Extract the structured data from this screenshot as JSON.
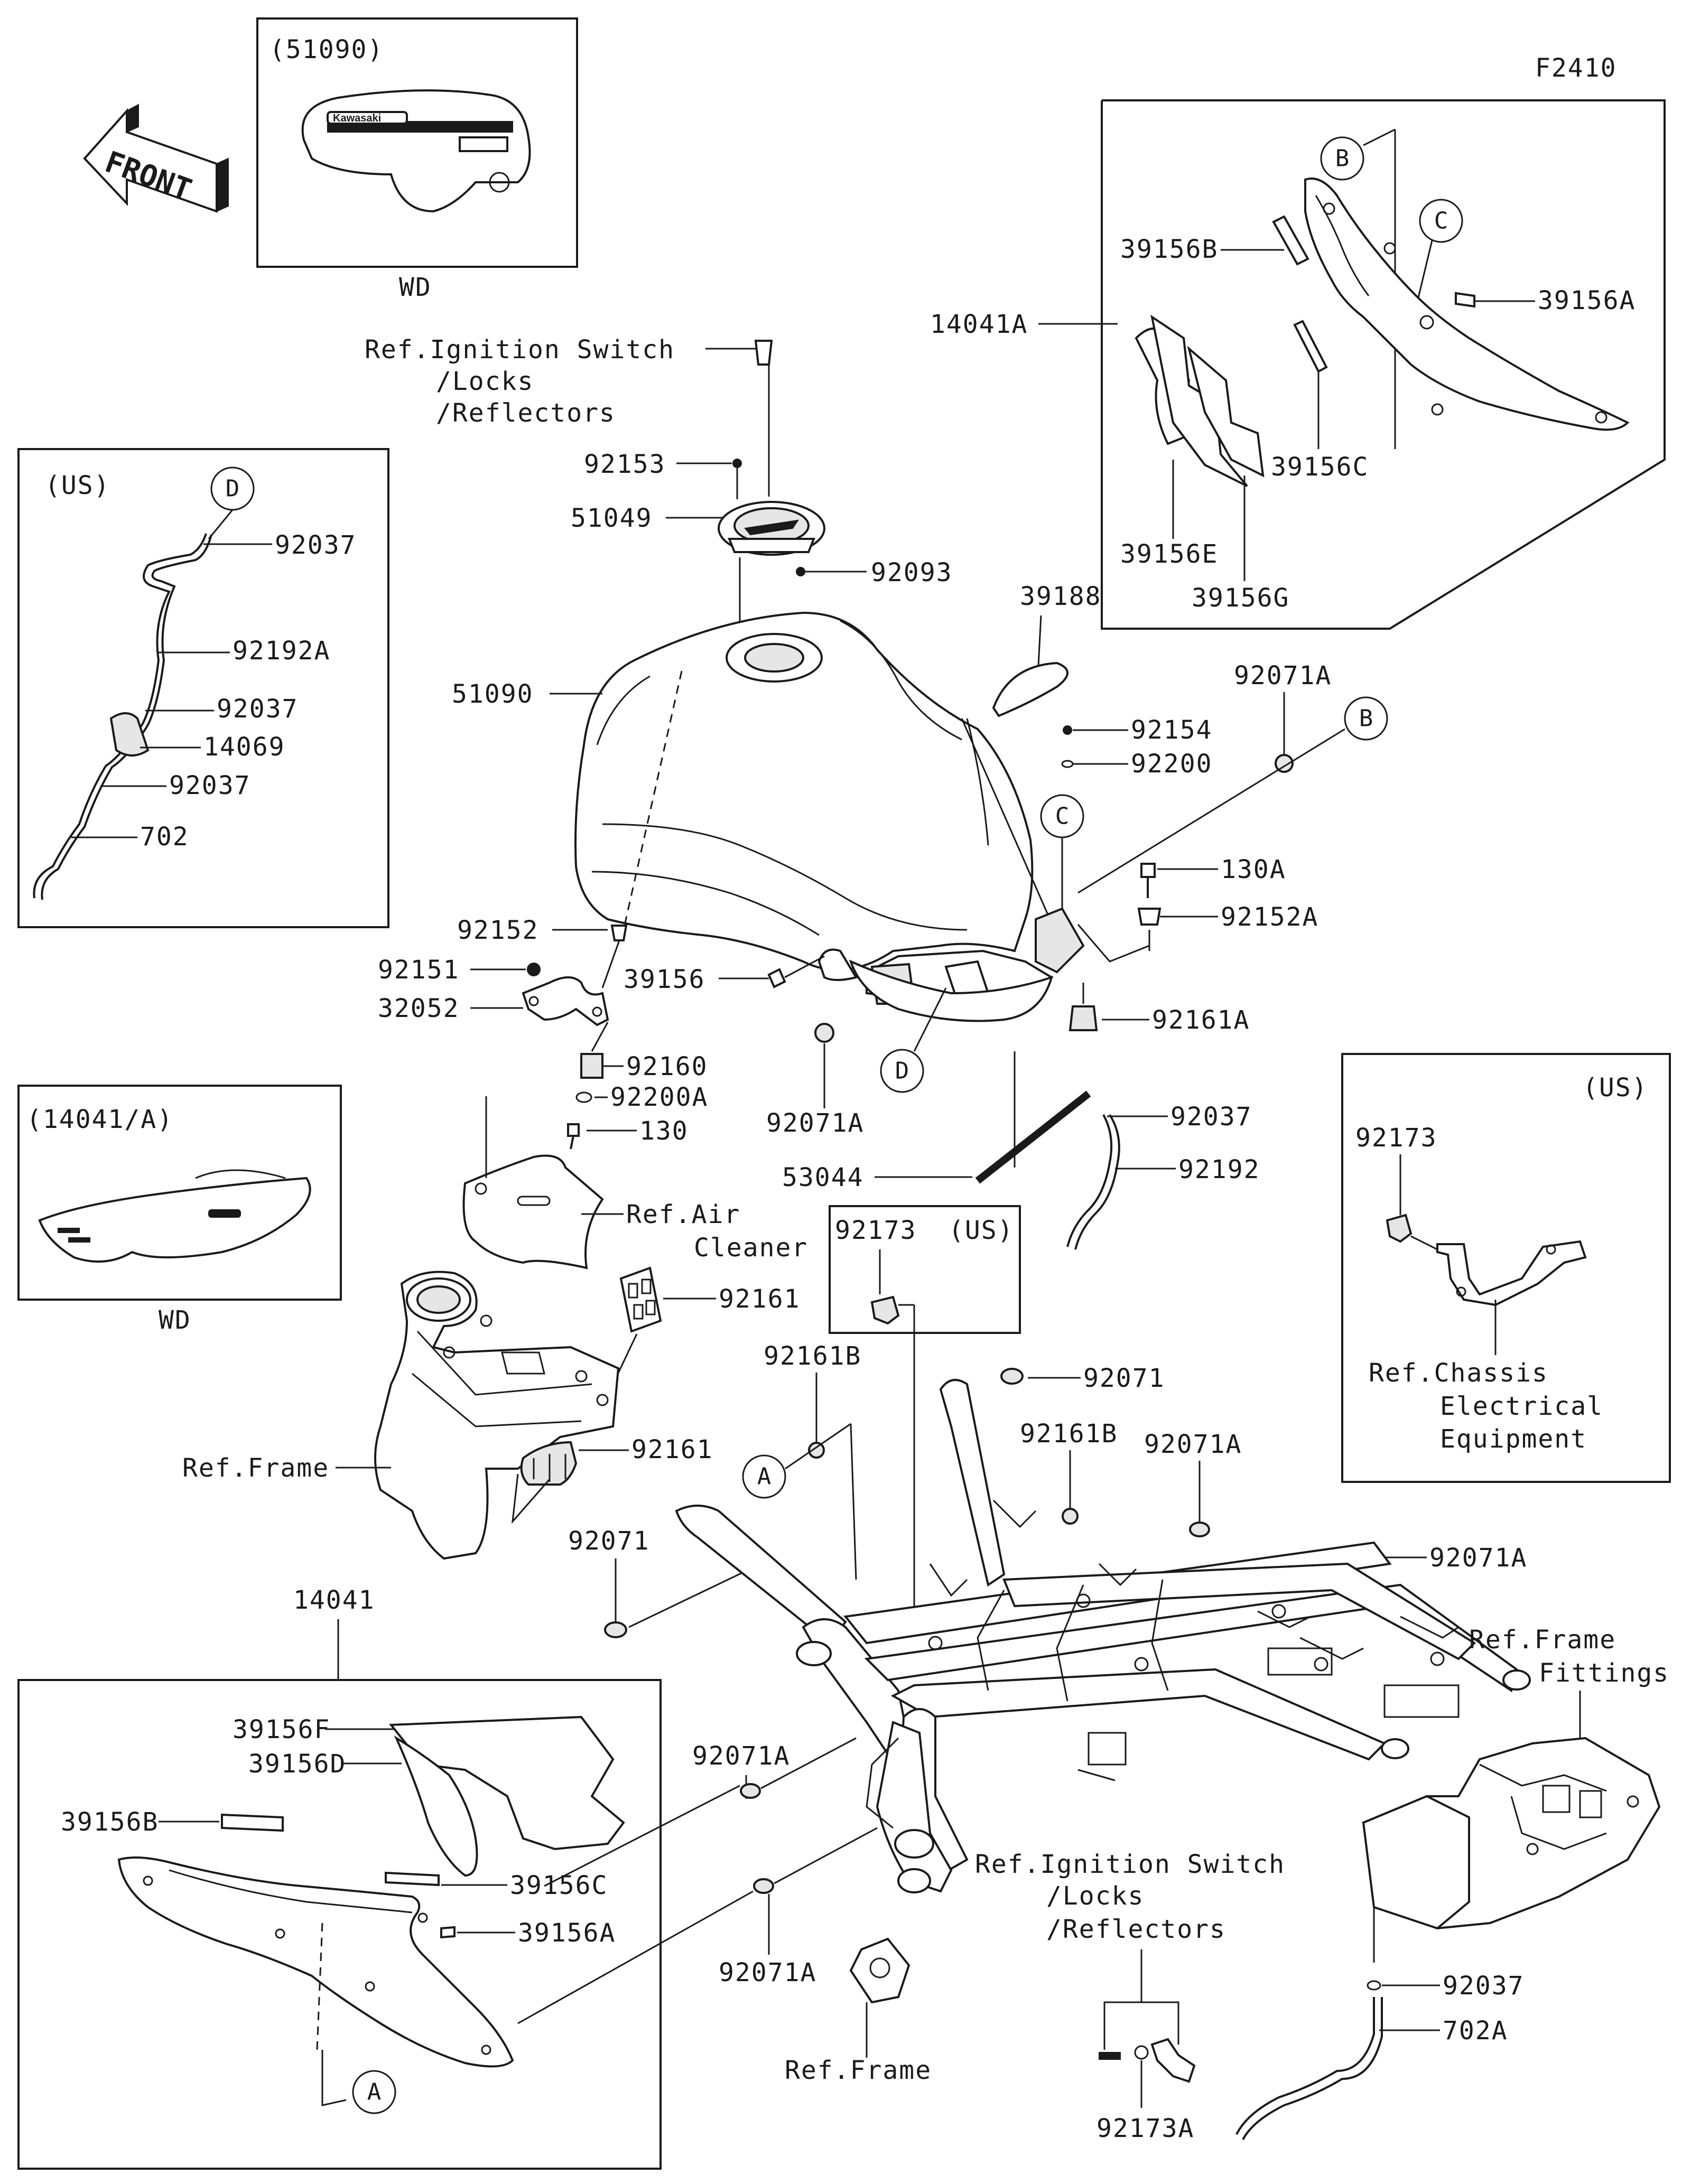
{
  "figure_code": "F2410",
  "front_arrow": "FRONT",
  "brand_logo": "Kawasaki",
  "boxes": {
    "tank_variant": {
      "title": "(51090)",
      "caption": "WD"
    },
    "us_hose": {
      "title": "(US)"
    },
    "side_cover_variant": {
      "title": "(14041/A)",
      "caption": "WD"
    },
    "us_bracket": {
      "title": "(US)"
    },
    "us_clip": {
      "title": "(US)"
    }
  },
  "circle_refs": {
    "A": "A",
    "B": "B",
    "C": "C",
    "D": "D"
  },
  "labels": {
    "p92037_us_top": "92037",
    "p92192A": "92192A",
    "p92037_us_mid": "92037",
    "p14069": "14069",
    "p92037_us_low": "92037",
    "p702": "702",
    "ref_ign_top_1": "Ref.Ignition Switch",
    "ref_ign_top_2": "/Locks",
    "ref_ign_top_3": "/Reflectors",
    "p92153": "92153",
    "p51049": "51049",
    "p92093": "92093",
    "p14041A": "14041A",
    "p39156B_top": "39156B",
    "p39156A_top": "39156A",
    "p39156C_top": "39156C",
    "p39156E": "39156E",
    "p39156G": "39156G",
    "p39188": "39188",
    "p92071A_top": "92071A",
    "p51090": "51090",
    "p92154": "92154",
    "p92200": "92200",
    "p130A": "130A",
    "p92152A": "92152A",
    "p92152": "92152",
    "p92151": "92151",
    "p32052": "32052",
    "p39156": "39156",
    "p92161A": "92161A",
    "p92160": "92160",
    "p92200A": "92200A",
    "p130": "130",
    "p92071A_mid": "92071A",
    "p92037_mid": "92037",
    "p53044": "53044",
    "p92192": "92192",
    "ref_air_1": "Ref.Air",
    "ref_air_2": "Cleaner",
    "p92173_clip": "92173",
    "p92161_upper": "92161",
    "p92161B_left": "92161B",
    "p92071_right": "92071",
    "p92161B_right": "92161B",
    "p92071A_right": "92071A",
    "ref_frame_left": "Ref.Frame",
    "p92161_lower": "92161",
    "p92071_left": "92071",
    "p92071A_far": "92071A",
    "p92173_us": "92173",
    "ref_chassis_1": "Ref.Chassis",
    "ref_chassis_2": "Electrical",
    "ref_chassis_3": "Equipment",
    "p14041": "14041",
    "p39156F": "39156F",
    "p39156D": "39156D",
    "p39156B_low": "39156B",
    "p39156C_low": "39156C",
    "p39156A_low": "39156A",
    "p92071A_low1": "92071A",
    "p92071A_low2": "92071A",
    "ref_ign_low_1": "Ref.Ignition Switch",
    "ref_ign_low_2": "/Locks",
    "ref_ign_low_3": "/Reflectors",
    "ref_frame_bottom": "Ref.Frame",
    "ref_frame_fit_1": "Ref.Frame",
    "ref_frame_fit_2": "Fittings",
    "p92037_low": "92037",
    "p702A": "702A",
    "p92173A": "92173A"
  }
}
